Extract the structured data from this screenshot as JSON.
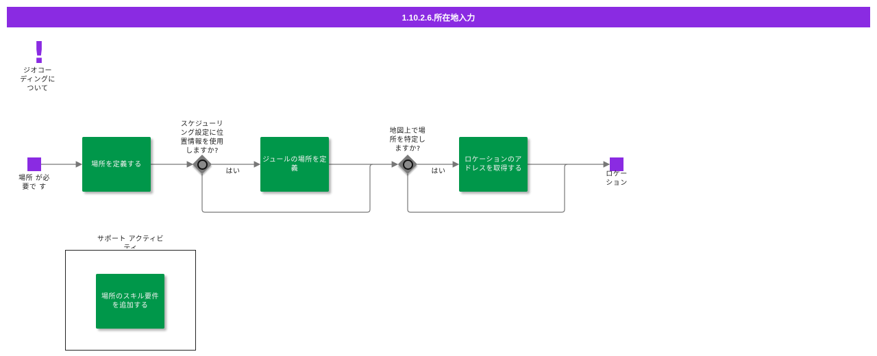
{
  "header": {
    "title": "1.10.2.6.所在地入力"
  },
  "annotation": {
    "text": "ジオコー\nディングに\nついて"
  },
  "start_event": {
    "label": "場所 が必\n要で す"
  },
  "end_event": {
    "label": "ロケー\nション"
  },
  "tasks": [
    {
      "label": "場所を定義する"
    },
    {
      "label": "ジュールの場所を定義"
    },
    {
      "label": "ロケーションのア\nドレスを取得する"
    },
    {
      "label": "場所のスキル要件\nを追加する"
    }
  ],
  "gateways": [
    {
      "question": "スケジューリ\nング設定に位\n置情報を使用\nしますか?",
      "yes_label": "はい"
    },
    {
      "question": "地図上で場\n所を特定し\nますか?",
      "yes_label": "はい"
    }
  ],
  "group": {
    "label": "サポート アクティビ\nティ"
  },
  "colors": {
    "accent": "#8a2be2",
    "task": "#00974a",
    "gateway": "#7a7a7a"
  }
}
